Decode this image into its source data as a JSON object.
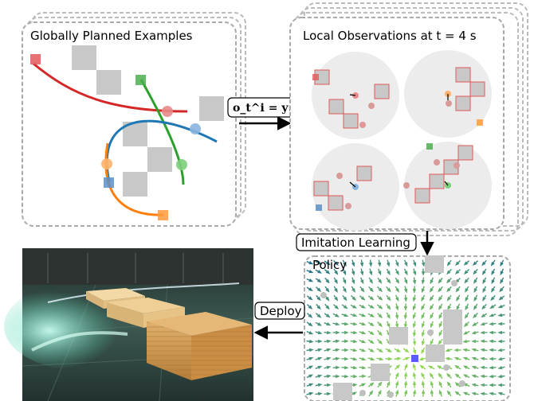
{
  "panels": {
    "global_title": "Globally Planned Examples",
    "local_title": "Local Observations at t = 4 s",
    "policy_title": "Policy"
  },
  "arrows": {
    "observation_formula": "o_t^i = y(i, s_t)",
    "imitation_label": "Imitation Learning",
    "deploy_label": "Deploy"
  },
  "colors": {
    "robot_red": "#e05a5a",
    "robot_blue": "#4a86c8",
    "robot_green": "#2ca02c",
    "robot_orange": "#ff8c1a",
    "obstacle_grey": "#c8c8c8",
    "frame_grey": "#aaaaaa",
    "arrow_field_high": "#9be34a",
    "arrow_field_low": "#1f6e8c"
  }
}
